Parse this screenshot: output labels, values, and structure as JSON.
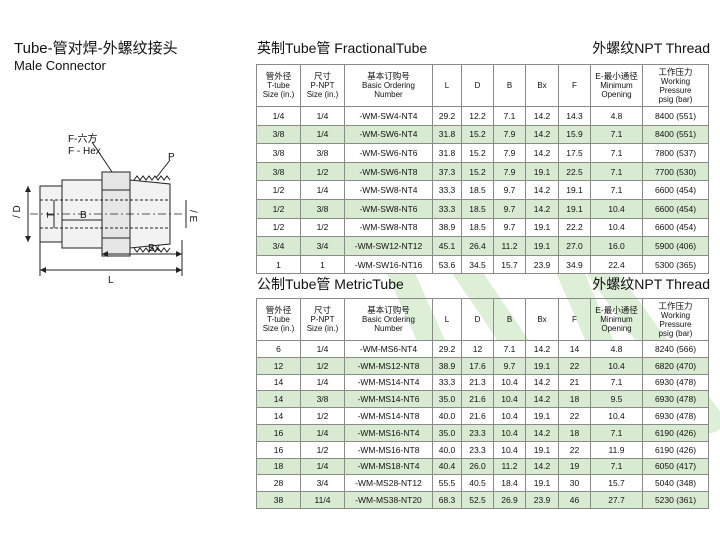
{
  "product": {
    "title": "Tube-管对焊-外螺纹接头",
    "subtitle": "Male Connector"
  },
  "diagram": {
    "labels": {
      "hex": "F-六方\nF - Hex",
      "hex_line1": "F-六方",
      "hex_line2": "F - Hex",
      "p": "P",
      "d": "/ D",
      "t": "T",
      "b": "B",
      "e": "/ E",
      "bx": "Bx",
      "l": "L"
    }
  },
  "columns": {
    "tube": [
      "管外径",
      "T-tube",
      "Size (in.)"
    ],
    "npt": [
      "尺寸",
      "P-NPT",
      "Size (in.)"
    ],
    "ordering": [
      "基本订购号",
      "Basic Ordering",
      "Number"
    ],
    "l": "L",
    "d": "D",
    "b": "B",
    "bx": "Bx",
    "f": "F",
    "e": [
      "E-最小通径",
      "Minimum",
      "Opening"
    ],
    "pressure": [
      "工作压力",
      "Working",
      "Pressure",
      "psig (bar)"
    ]
  },
  "fractional": {
    "title": "英制Tube管 FractionalTube",
    "thread": "外螺纹NPT Thread",
    "rows": [
      [
        "1/4",
        "1/4",
        "-WM-SW4-NT4",
        "29.2",
        "12.2",
        "7.1",
        "14.2",
        "14.3",
        "4.8",
        "8400 (551)"
      ],
      [
        "3/8",
        "1/4",
        "-WM-SW6-NT4",
        "31.8",
        "15.2",
        "7.9",
        "14.2",
        "15.9",
        "7.1",
        "8400 (551)"
      ],
      [
        "3/8",
        "3/8",
        "-WM-SW6-NT6",
        "31.8",
        "15.2",
        "7.9",
        "14.2",
        "17.5",
        "7.1",
        "7800 (537)"
      ],
      [
        "3/8",
        "1/2",
        "-WM-SW6-NT8",
        "37.3",
        "15.2",
        "7.9",
        "19.1",
        "22.5",
        "7.1",
        "7700 (530)"
      ],
      [
        "1/2",
        "1/4",
        "-WM-SW8-NT4",
        "33.3",
        "18.5",
        "9.7",
        "14.2",
        "19.1",
        "7.1",
        "6600 (454)"
      ],
      [
        "1/2",
        "3/8",
        "-WM-SW8-NT6",
        "33.3",
        "18.5",
        "9.7",
        "14.2",
        "19.1",
        "10.4",
        "6600 (454)"
      ],
      [
        "1/2",
        "1/2",
        "-WM-SW8-NT8",
        "38.9",
        "18.5",
        "9.7",
        "19.1",
        "22.2",
        "10.4",
        "6600 (454)"
      ],
      [
        "3/4",
        "3/4",
        "-WM-SW12-NT12",
        "45.1",
        "26.4",
        "11.2",
        "19.1",
        "27.0",
        "16.0",
        "5900 (406)"
      ],
      [
        "1",
        "1",
        "-WM-SW16-NT16",
        "53.6",
        "34.5",
        "15.7",
        "23.9",
        "34.9",
        "22.4",
        "5300 (365)"
      ]
    ]
  },
  "metric": {
    "title": "公制Tube管 MetricTube",
    "thread": "外螺纹NPT Thread",
    "rows": [
      [
        "6",
        "1/4",
        "-WM-MS6-NT4",
        "29.2",
        "12",
        "7.1",
        "14.2",
        "14",
        "4.8",
        "8240 (566)"
      ],
      [
        "12",
        "1/2",
        "-WM-MS12-NT8",
        "38.9",
        "17.6",
        "9.7",
        "19.1",
        "22",
        "10.4",
        "6820 (470)"
      ],
      [
        "14",
        "1/4",
        "-WM-MS14-NT4",
        "33.3",
        "21.3",
        "10.4",
        "14.2",
        "21",
        "7.1",
        "6930 (478)"
      ],
      [
        "14",
        "3/8",
        "-WM-MS14-NT6",
        "35.0",
        "21.6",
        "10.4",
        "14.2",
        "18",
        "9.5",
        "6930 (478)"
      ],
      [
        "14",
        "1/2",
        "-WM-MS14-NT8",
        "40.0",
        "21.6",
        "10.4",
        "19.1",
        "22",
        "10.4",
        "6930 (478)"
      ],
      [
        "16",
        "1/4",
        "-WM-MS16-NT4",
        "35.0",
        "23.3",
        "10.4",
        "14.2",
        "18",
        "7.1",
        "6190 (426)"
      ],
      [
        "16",
        "1/2",
        "-WM-MS16-NT8",
        "40.0",
        "23.3",
        "10.4",
        "19.1",
        "22",
        "11.9",
        "6190 (426)"
      ],
      [
        "18",
        "1/4",
        "-WM-MS18-NT4",
        "40.4",
        "26.0",
        "11.2",
        "14.2",
        "19",
        "7.1",
        "6050 (417)"
      ],
      [
        "28",
        "3/4",
        "-WM-MS28-NT12",
        "55.5",
        "40.5",
        "18.4",
        "19.1",
        "30",
        "15.7",
        "5040 (348)"
      ],
      [
        "38",
        "11/4",
        "-WM-MS38-NT20",
        "68.3",
        "52.5",
        "26.9",
        "23.9",
        "46",
        "27.7",
        "5230 (361)"
      ]
    ]
  },
  "colors": {
    "row_alt": "#d9ead2",
    "watermark": "#9fd48f"
  }
}
